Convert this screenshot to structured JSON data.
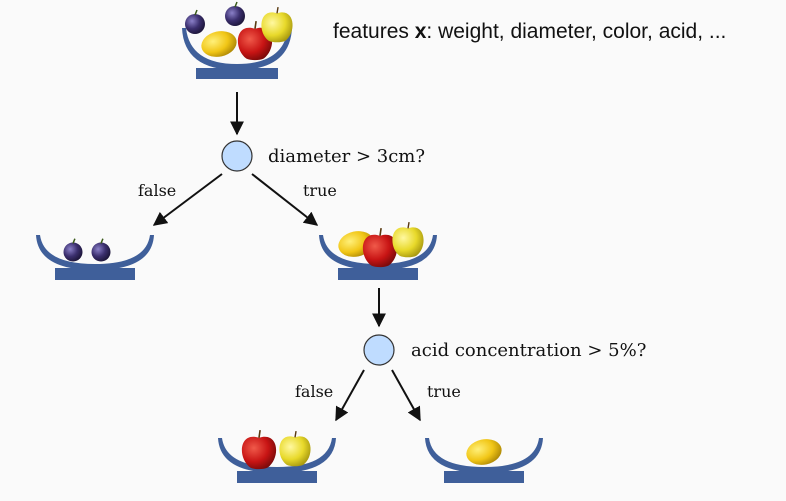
{
  "header": {
    "prefix": "features ",
    "var": "x",
    "suffix": ": weight, diameter, color, acid, ..."
  },
  "nodes": {
    "q1": {
      "question": "diameter > 3cm?"
    },
    "q2": {
      "question": "acid concentration > 5%?"
    }
  },
  "edges": {
    "q1_false": "false",
    "q1_true": "true",
    "q2_false": "false",
    "q2_true": "true"
  },
  "baskets": {
    "root": [
      "plum",
      "plum",
      "lemon",
      "apple-red",
      "apple-yellow"
    ],
    "q1_false": [
      "plum",
      "plum"
    ],
    "q1_true": [
      "lemon",
      "apple-red",
      "apple-yellow"
    ],
    "q2_false": [
      "apple-red",
      "apple-yellow"
    ],
    "q2_true": [
      "lemon"
    ]
  },
  "colors": {
    "basket": "#3f5f9a",
    "node_fill": "#bfdcff",
    "node_stroke": "#333333",
    "arrow": "#111111"
  }
}
